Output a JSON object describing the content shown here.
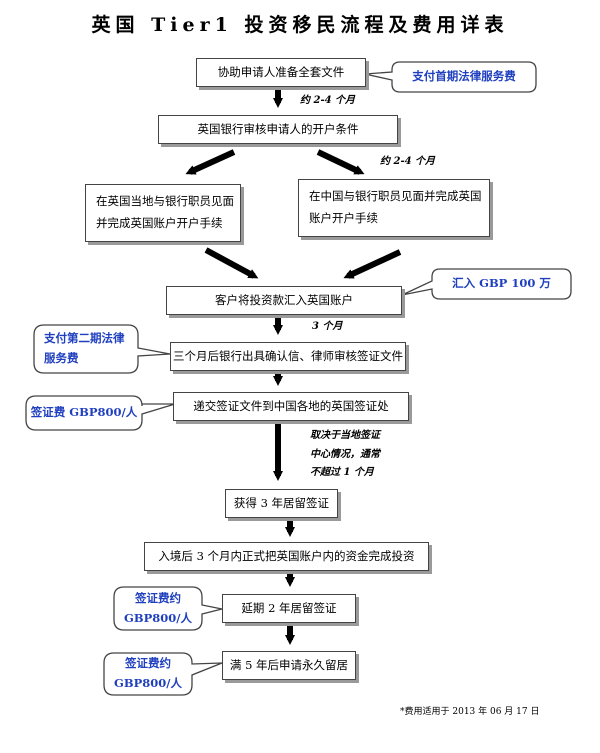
{
  "title": "英国 Tier1 投资移民流程及费用详表",
  "steps": {
    "step1": "协助申请人准备全套文件",
    "step2": "英国银行审核申请人的开户条件",
    "step3a": "在英国当地与银行职员见面\n并完成英国账户开户手续",
    "step3b": "在中国与银行职员见面并完成英国\n账户开户手续",
    "step4": "客户将投资款汇入英国账户",
    "step5": "三个月后银行出具确认信、律师审核签证文件",
    "step6": "递交签证文件到中国各地的英国签证处",
    "step7": "获得 3 年居留签证",
    "step8": "入境后 3 个月内正式把英国账户内的资金完成投资",
    "step9": "延期 2 年居留签证",
    "step10": "满 5 年后申请永久留居"
  },
  "callouts": {
    "fee1": "支付首期法律服务费",
    "remit": "汇入 GBP 100 万",
    "fee2": "支付第二期法律\n服务费",
    "visa_fee1": "签证费 GBP800/人",
    "visa_fee2": "签证费约\nGBP800/人",
    "visa_fee3": "签证费约\nGBP800/人"
  },
  "notes": {
    "n1": "约 2-4 个月",
    "n2": "约 2-4 个月",
    "n3": "3 个月",
    "n4": "取决于当地签证\n中心情况，通常\n不超过 1 个月"
  },
  "footnote": "*费用适用于 2013 年 06 月 17 日",
  "colors": {
    "callout_text": "#1f3fbf",
    "arrow": "#000000",
    "border": "#444444",
    "shadow": "#9a9a9a"
  }
}
